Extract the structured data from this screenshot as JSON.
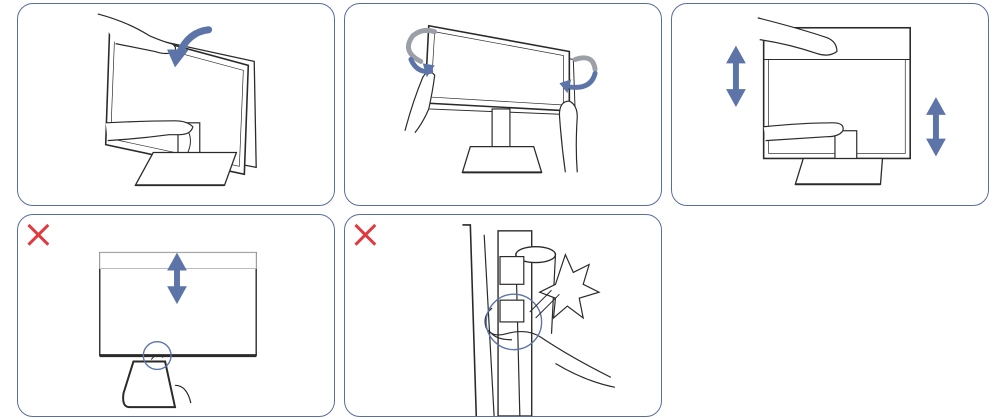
{
  "colors": {
    "panel_border": "#5a6e9c",
    "arrow_blue": "#5d74a8",
    "arrow_gray": "#9a9fa8",
    "prohibited_red": "#e0393e",
    "line_art": "#2a2a2a"
  },
  "panels": [
    {
      "id": "tilt",
      "prohibited": false,
      "icons": [
        "curved-arrow-icon"
      ]
    },
    {
      "id": "swivel",
      "prohibited": false,
      "icons": [
        "rotate-arrow-icon",
        "rotate-arrow-icon"
      ]
    },
    {
      "id": "height-adjust",
      "prohibited": false,
      "icons": [
        "vertical-double-arrow-icon",
        "vertical-double-arrow-icon"
      ]
    },
    {
      "id": "pinch-warning",
      "prohibited": true,
      "icons": [
        "cross-icon",
        "vertical-double-arrow-icon"
      ]
    },
    {
      "id": "grip-warning",
      "prohibited": true,
      "icons": [
        "cross-icon",
        "impact-star-icon"
      ]
    }
  ]
}
